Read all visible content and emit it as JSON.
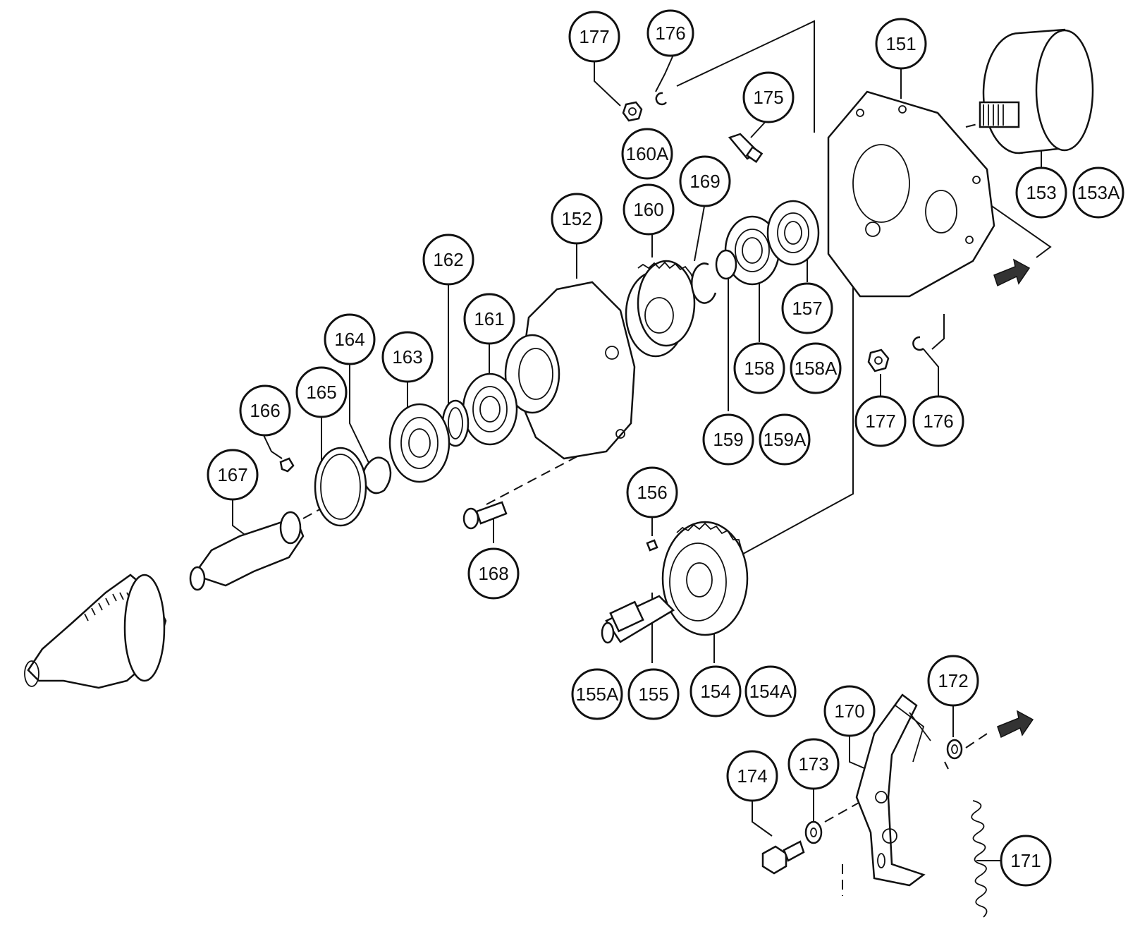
{
  "callouts": [
    {
      "id": "177",
      "label": "177"
    },
    {
      "id": "176",
      "label": "176"
    },
    {
      "id": "151",
      "label": "151"
    },
    {
      "id": "175",
      "label": "175"
    },
    {
      "id": "160A",
      "label": "160A"
    },
    {
      "id": "169",
      "label": "169"
    },
    {
      "id": "160",
      "label": "160"
    },
    {
      "id": "153",
      "label": "153"
    },
    {
      "id": "153A",
      "label": "153A"
    },
    {
      "id": "152",
      "label": "152"
    },
    {
      "id": "162",
      "label": "162"
    },
    {
      "id": "161",
      "label": "161"
    },
    {
      "id": "164",
      "label": "164"
    },
    {
      "id": "163",
      "label": "163"
    },
    {
      "id": "157",
      "label": "157"
    },
    {
      "id": "158",
      "label": "158"
    },
    {
      "id": "158A",
      "label": "158A"
    },
    {
      "id": "166",
      "label": "166"
    },
    {
      "id": "165",
      "label": "165"
    },
    {
      "id": "177b",
      "label": "177"
    },
    {
      "id": "176b",
      "label": "176"
    },
    {
      "id": "159",
      "label": "159"
    },
    {
      "id": "159A",
      "label": "159A"
    },
    {
      "id": "167",
      "label": "167"
    },
    {
      "id": "156",
      "label": "156"
    },
    {
      "id": "168",
      "label": "168"
    },
    {
      "id": "155A",
      "label": "155A"
    },
    {
      "id": "155",
      "label": "155"
    },
    {
      "id": "154",
      "label": "154"
    },
    {
      "id": "154A",
      "label": "154A"
    },
    {
      "id": "172",
      "label": "172"
    },
    {
      "id": "170",
      "label": "170"
    },
    {
      "id": "174",
      "label": "174"
    },
    {
      "id": "173",
      "label": "173"
    },
    {
      "id": "171",
      "label": "171"
    }
  ]
}
